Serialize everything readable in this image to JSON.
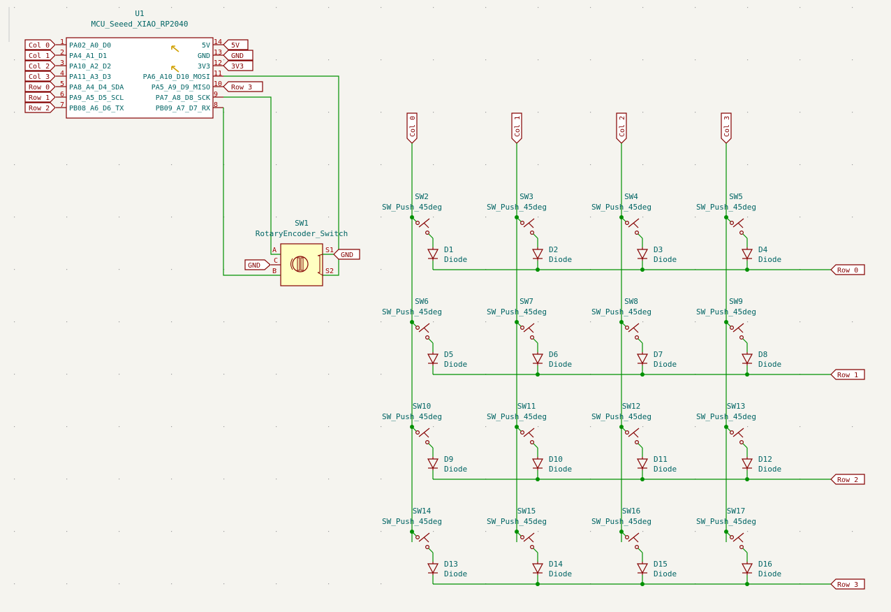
{
  "mcu": {
    "ref": "U1",
    "value": "MCU_Seeed_XIAO_RP2040",
    "left_pins": [
      {
        "num": "1",
        "name": "PA02_A0_D0",
        "label": "Col 0"
      },
      {
        "num": "2",
        "name": "PA4_A1_D1",
        "label": "Col 1"
      },
      {
        "num": "3",
        "name": "PA10_A2_D2",
        "label": "Col 2"
      },
      {
        "num": "4",
        "name": "PA11_A3_D3",
        "label": "Col 3"
      },
      {
        "num": "5",
        "name": "PA8_A4_D4_SDA",
        "label": "Row 0"
      },
      {
        "num": "6",
        "name": "PA9_A5_D5_SCL",
        "label": "Row 1"
      },
      {
        "num": "7",
        "name": "PB08_A6_D6_TX",
        "label": "Row 2"
      }
    ],
    "right_pins": [
      {
        "num": "14",
        "name": "5V",
        "label": "5V"
      },
      {
        "num": "13",
        "name": "GND",
        "label": "GND"
      },
      {
        "num": "12",
        "name": "3V3",
        "label": "3V3"
      },
      {
        "num": "11",
        "name": "PA6_A10_D10_MOSI",
        "label": ""
      },
      {
        "num": "10",
        "name": "PA5_A9_D9_MISO",
        "label": "Row 3"
      },
      {
        "num": "9",
        "name": "PA7_A8_D8_SCK",
        "label": ""
      },
      {
        "num": "8",
        "name": "PB09_A7_D7_RX",
        "label": ""
      }
    ]
  },
  "encoder": {
    "ref": "SW1",
    "value": "RotaryEncoder_Switch",
    "pins": {
      "a": "A",
      "c": "C",
      "b": "B",
      "s1": "S1",
      "s2": "S2"
    },
    "gnd_left": "GND",
    "gnd_right": "GND"
  },
  "matrix": {
    "col_labels": [
      "Col 0",
      "Col 1",
      "Col 2",
      "Col 3"
    ],
    "row_labels": [
      "Row 0",
      "Row 1",
      "Row 2",
      "Row 3"
    ],
    "switch_value": "SW_Push_45deg",
    "diode_value": "Diode",
    "switches": [
      [
        "SW2",
        "SW3",
        "SW4",
        "SW5"
      ],
      [
        "SW6",
        "SW7",
        "SW8",
        "SW9"
      ],
      [
        "SW10",
        "SW11",
        "SW12",
        "SW13"
      ],
      [
        "SW14",
        "SW15",
        "SW16",
        "SW17"
      ]
    ],
    "diodes": [
      [
        "D1",
        "D2",
        "D3",
        "D4"
      ],
      [
        "D5",
        "D6",
        "D7",
        "D8"
      ],
      [
        "D9",
        "D10",
        "D11",
        "D12"
      ],
      [
        "D13",
        "D14",
        "D15",
        "D16"
      ]
    ]
  }
}
